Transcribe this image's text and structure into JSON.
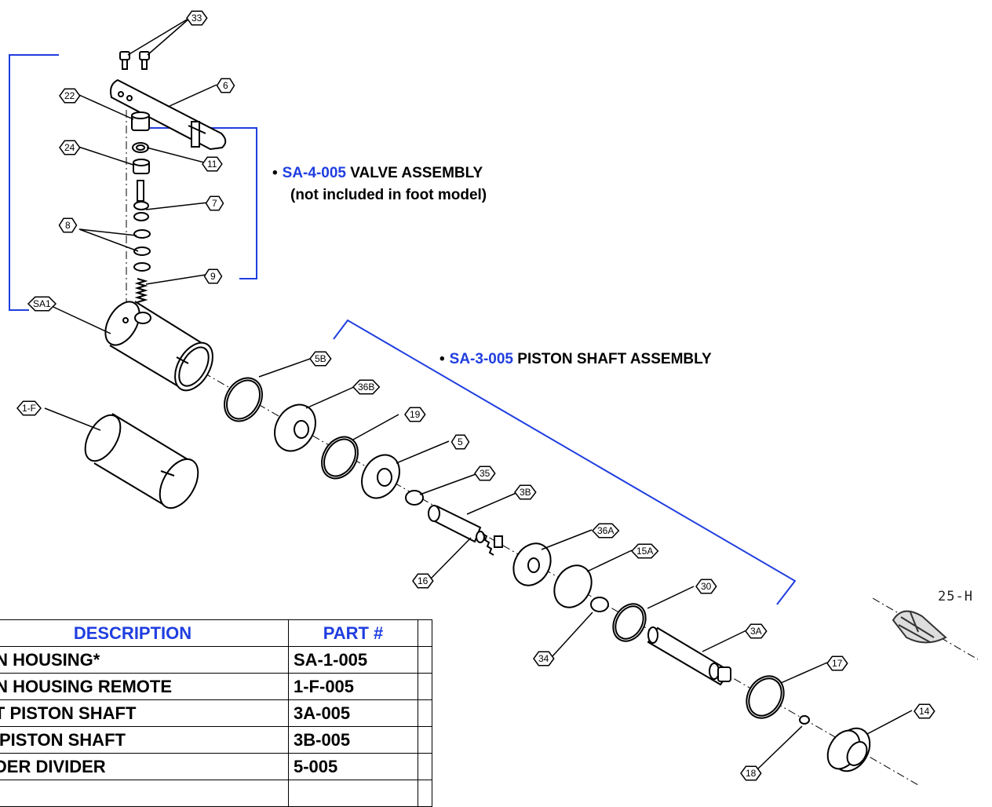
{
  "callouts": [
    "33",
    "6",
    "22",
    "24",
    "11",
    "7",
    "8",
    "9",
    "SA1",
    "5B",
    "36B",
    "19",
    "5",
    "35",
    "3B",
    "16",
    "36A",
    "15A",
    "34",
    "30",
    "3A",
    "17",
    "14",
    "18",
    "1-F"
  ],
  "annotations": {
    "valve": {
      "bullet": "•",
      "code": "SA-4-005",
      "text": "VALVE ASSEMBLY",
      "subtext": "(not included in foot model)"
    },
    "piston": {
      "bullet": "•",
      "code": "SA-3-005",
      "text": "PISTON SHAFT ASSEMBLY"
    },
    "side_code": "25-H"
  },
  "colors": {
    "accent": "#1f3ee0",
    "ink": "#000000"
  },
  "table": {
    "headers": {
      "description": "DESCRIPTION",
      "part": "PART #"
    },
    "rows": [
      {
        "description": "ON HOUSING*",
        "part": "SA-1-005"
      },
      {
        "description": "ON HOUSING REMOTE",
        "part": "1-F-005"
      },
      {
        "description": "NT PISTON SHAFT",
        "part": "3A-005"
      },
      {
        "description": "R PISTON SHAFT",
        "part": "3B-005"
      },
      {
        "description": "NDER DIVIDER",
        "part": "5-005"
      },
      {
        "description": "",
        "part": ""
      }
    ]
  }
}
